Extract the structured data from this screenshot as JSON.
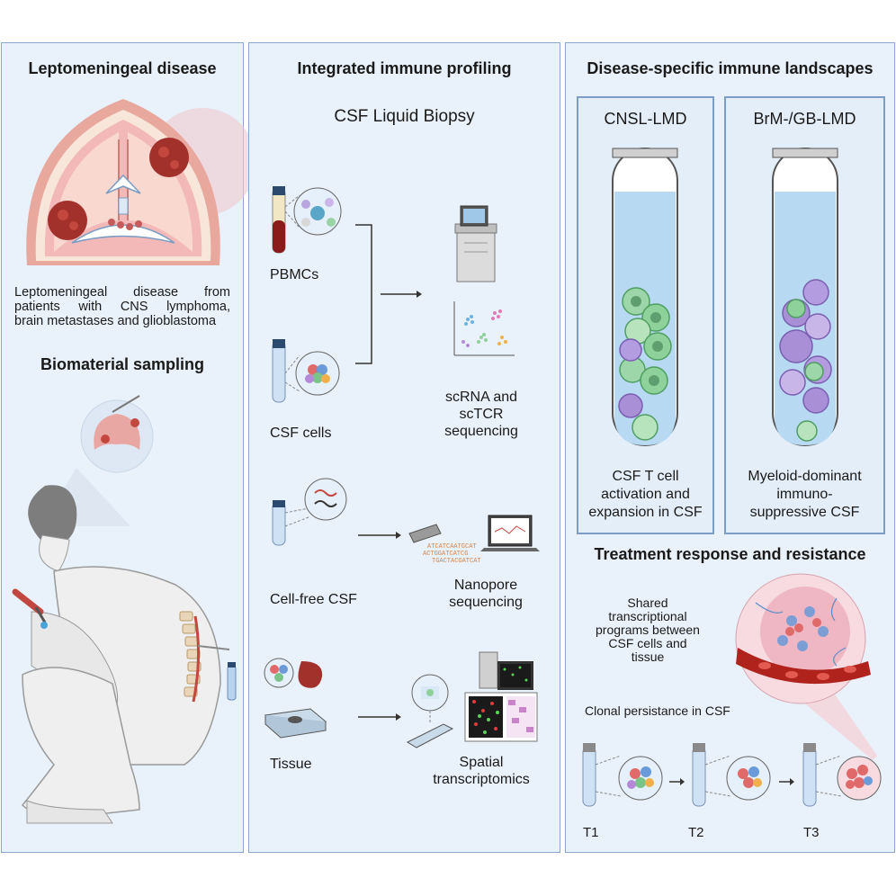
{
  "left": {
    "title": "Leptomeningeal disease",
    "desc1": "Leptomeningeal disease from",
    "desc2": "patients with CNS lymphoma,",
    "desc3": "brain metastases and glioblastoma",
    "sampling_title": "Biomaterial sampling"
  },
  "middle": {
    "title": "Integrated immune profiling",
    "subtitle": "CSF Liquid Biopsy",
    "pbmcs": "PBMCs",
    "csf_cells": "CSF cells",
    "scrna": [
      "scRNA and",
      "scTCR",
      "sequencing"
    ],
    "cell_free": "Cell-free CSF",
    "nanopore": [
      "Nanopore",
      "sequencing"
    ],
    "tissue": "Tissue",
    "spatial": [
      "Spatial",
      "transcriptomics"
    ],
    "sequence_text": [
      "ACTGGATCATCG",
      "TGACTACGATCAT",
      "ATCATCAATGCAT"
    ]
  },
  "right": {
    "title": "Disease-specific immune landscapes",
    "cnsl_title": "CNSL-LMD",
    "cnsl_desc": [
      "CSF T cell",
      "activation and",
      "expansion in CSF"
    ],
    "brm_title": "BrM-/GB-LMD",
    "brm_desc": [
      "Myeloid-dominant",
      "immuno-",
      "suppressive CSF"
    ],
    "treatment_title": "Treatment response and resistance",
    "shared": [
      "Shared",
      "transcriptional",
      "programs between",
      "CSF cells and",
      "tissue"
    ],
    "clonal": "Clonal persistance in CSF",
    "timepoints": [
      "T1",
      "T2",
      "T3"
    ]
  },
  "colors": {
    "panel_bg": "#e9f1fa",
    "panel_border": "#8aa8cf",
    "tumor": "#a3312b",
    "tcell_green": "#8fd19b",
    "myeloid_purple": "#a88fd6",
    "blood": "#8b1a1a"
  }
}
